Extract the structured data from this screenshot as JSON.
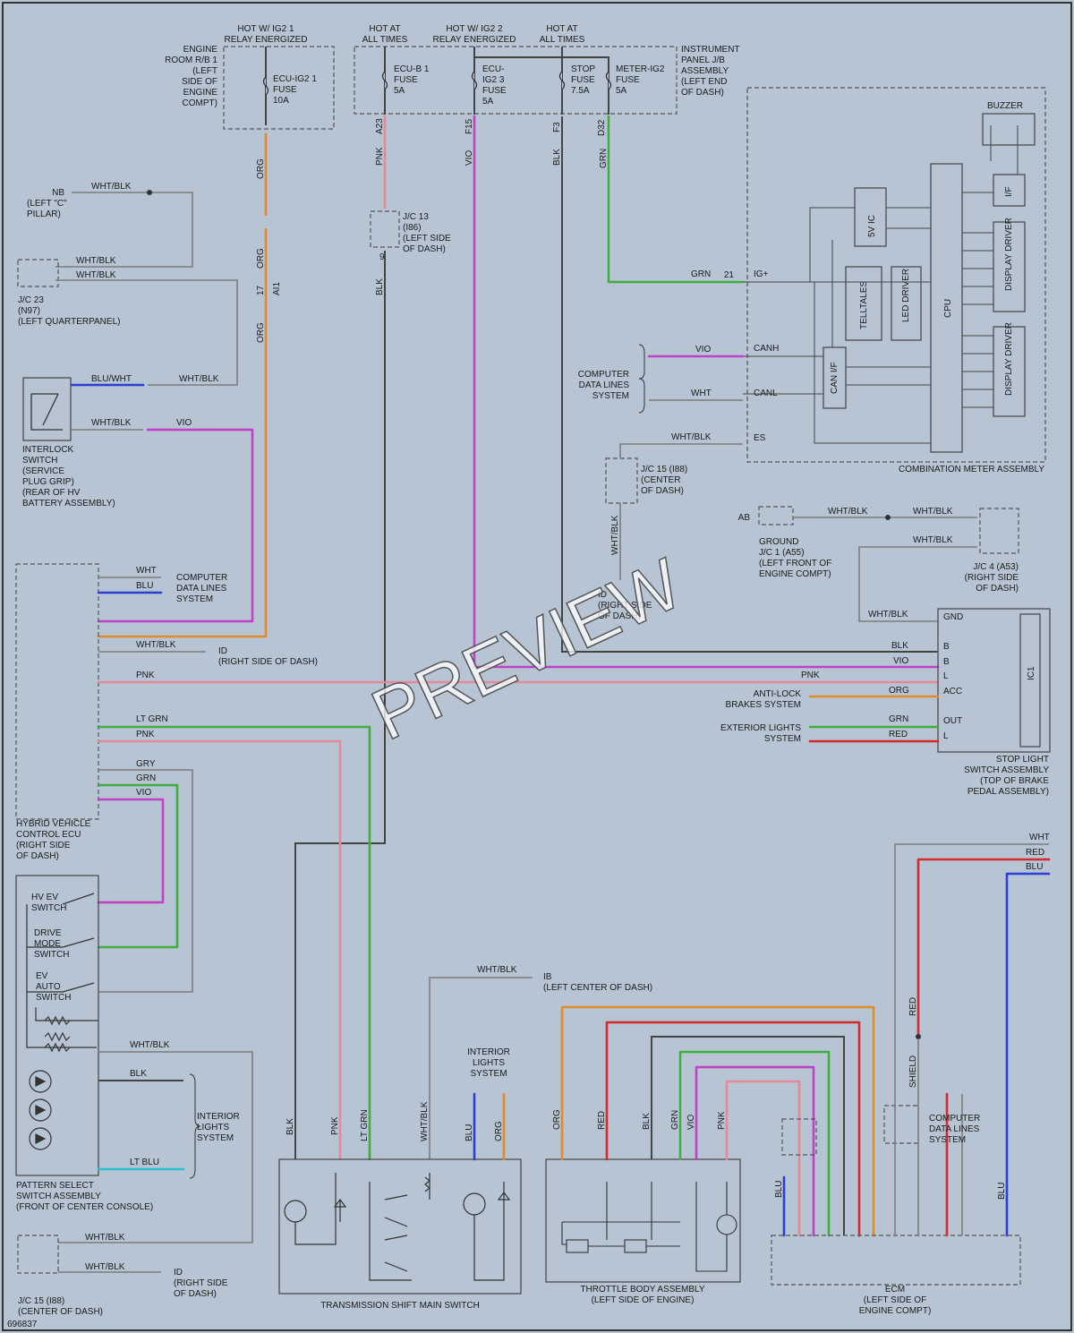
{
  "colors": {
    "background": "#b7c4d3",
    "ORG": "#e08b2c",
    "PNK": "#e38a9a",
    "VIO": "#c040c8",
    "GRN": "#3fae3f",
    "BLU": "#2c3fd4",
    "RED": "#d42a2a",
    "LTBLU": "#2cc0d0",
    "BLK": "#444444",
    "WHTBLK": "#8a8a8a"
  },
  "power": {
    "ig1_header": "HOT W/ IG2 1\nRELAY ENERGIZED",
    "always1_header": "HOT AT\nALL TIMES",
    "ig2_header": "HOT W/ IG2 2\nRELAY ENERGIZED",
    "always2_header": "HOT AT\nALL TIMES",
    "engine_rb": "ENGINE\nROOM R/B 1\n(LEFT\nSIDE OF\nENGINE\nCOMPT)",
    "fuse_ecu_ig2_1": "ECU-IG2 1\nFUSE\n10A",
    "fuse_ecub1": "ECU-B 1\nFUSE\n5A",
    "fuse_ecu_ig2_3": "ECU-\nIG2 3\nFUSE\n5A",
    "fuse_stop": "STOP\nFUSE\n7.5A",
    "fuse_meter": "METER-IG2\nFUSE\n5A",
    "ipjb": "INSTRUMENT\nPANEL J/B\nASSEMBLY\n(LEFT END\nOF DASH)"
  },
  "wires": {
    "org": "ORG",
    "pnk": "PNK",
    "vio": "VIO",
    "blk": "BLK",
    "grn": "GRN",
    "blu": "BLU",
    "red": "RED",
    "wht": "WHT",
    "whtblk": "WHT/BLK",
    "blu_wht": "BLU/WHT",
    "lt_grn": "LT GRN",
    "lt_blu": "LT BLU",
    "gry": "GRY",
    "shield": "SHIELD"
  },
  "pins": {
    "a23": "A23",
    "f15": "F15",
    "f3": "F3",
    "d32": "D32",
    "ai1_17": "17",
    "ai1": "AI1",
    "nb": "NB",
    "nine": "9"
  },
  "labels": {
    "nb_loc": "(LEFT \"C\"\nPILLAR)",
    "jc23": "J/C 23\n(N97)\n(LEFT QUARTERPANEL)",
    "jc13": "J/C 13\n(I86)\n(LEFT SIDE\nOF DASH)",
    "interlock": "INTERLOCK\nSWITCH\n(SERVICE\nPLUG GRIP)\n(REAR OF HV\nBATTERY ASSEMBLY)",
    "jc15": "J/C 15 (I88)\n(CENTER\nOF DASH)",
    "id_right": "ID\n(RIGHT SIDE\nOF DASH)",
    "id_right2": "ID\n(RIGHT SIDE OF DASH)",
    "cdl": "COMPUTER\nDATA LINES\nSYSTEM",
    "combo": "COMBINATION METER ASSEMBLY",
    "buzzer": "BUZZER",
    "ground_jc1": "GROUND\nJ/C 1 (A55)\n(LEFT FRONT OF\nENGINE COMPT)",
    "jc4": "J/C 4 (A53)\n(RIGHT SIDE\nOF DASH)",
    "ab": "AB",
    "stop_light": "STOP LIGHT\nSWITCH ASSEMBLY\n(TOP OF BRAKE\nPEDAL ASSEMBLY)",
    "anti_lock": "ANTI-LOCK\nBRAKES SYSTEM",
    "ext_lights": "EXTERIOR LIGHTS\nSYSTEM",
    "hv_ecu": "HYBRID VEHICLE\nCONTROL ECU\n(RIGHT SIDE\nOF DASH)",
    "pattern": "PATTERN SELECT\nSWITCH ASSEMBLY\n(FRONT OF CENTER CONSOLE)",
    "hv_ev": "HV EV\nSWITCH",
    "drive_mode": "DRIVE\nMODE\nSWITCH",
    "ev_auto": "EV\nAUTO\nSWITCH",
    "interior": "INTERIOR\nLIGHTS\nSYSTEM",
    "jc15b": "J/C 15 (I88)\n(CENTER OF DASH)",
    "ib": "IB\n(LEFT CENTER OF DASH)",
    "trans": "TRANSMISSION SHIFT MAIN SWITCH",
    "throttle": "THROTTLE BODY ASSEMBLY\n(LEFT SIDE OF ENGINE)",
    "ecm": "ECM\n(LEFT SIDE OF\nENGINE COMPT)",
    "fig": "696837",
    "watermark": "PREVIEW"
  }
}
